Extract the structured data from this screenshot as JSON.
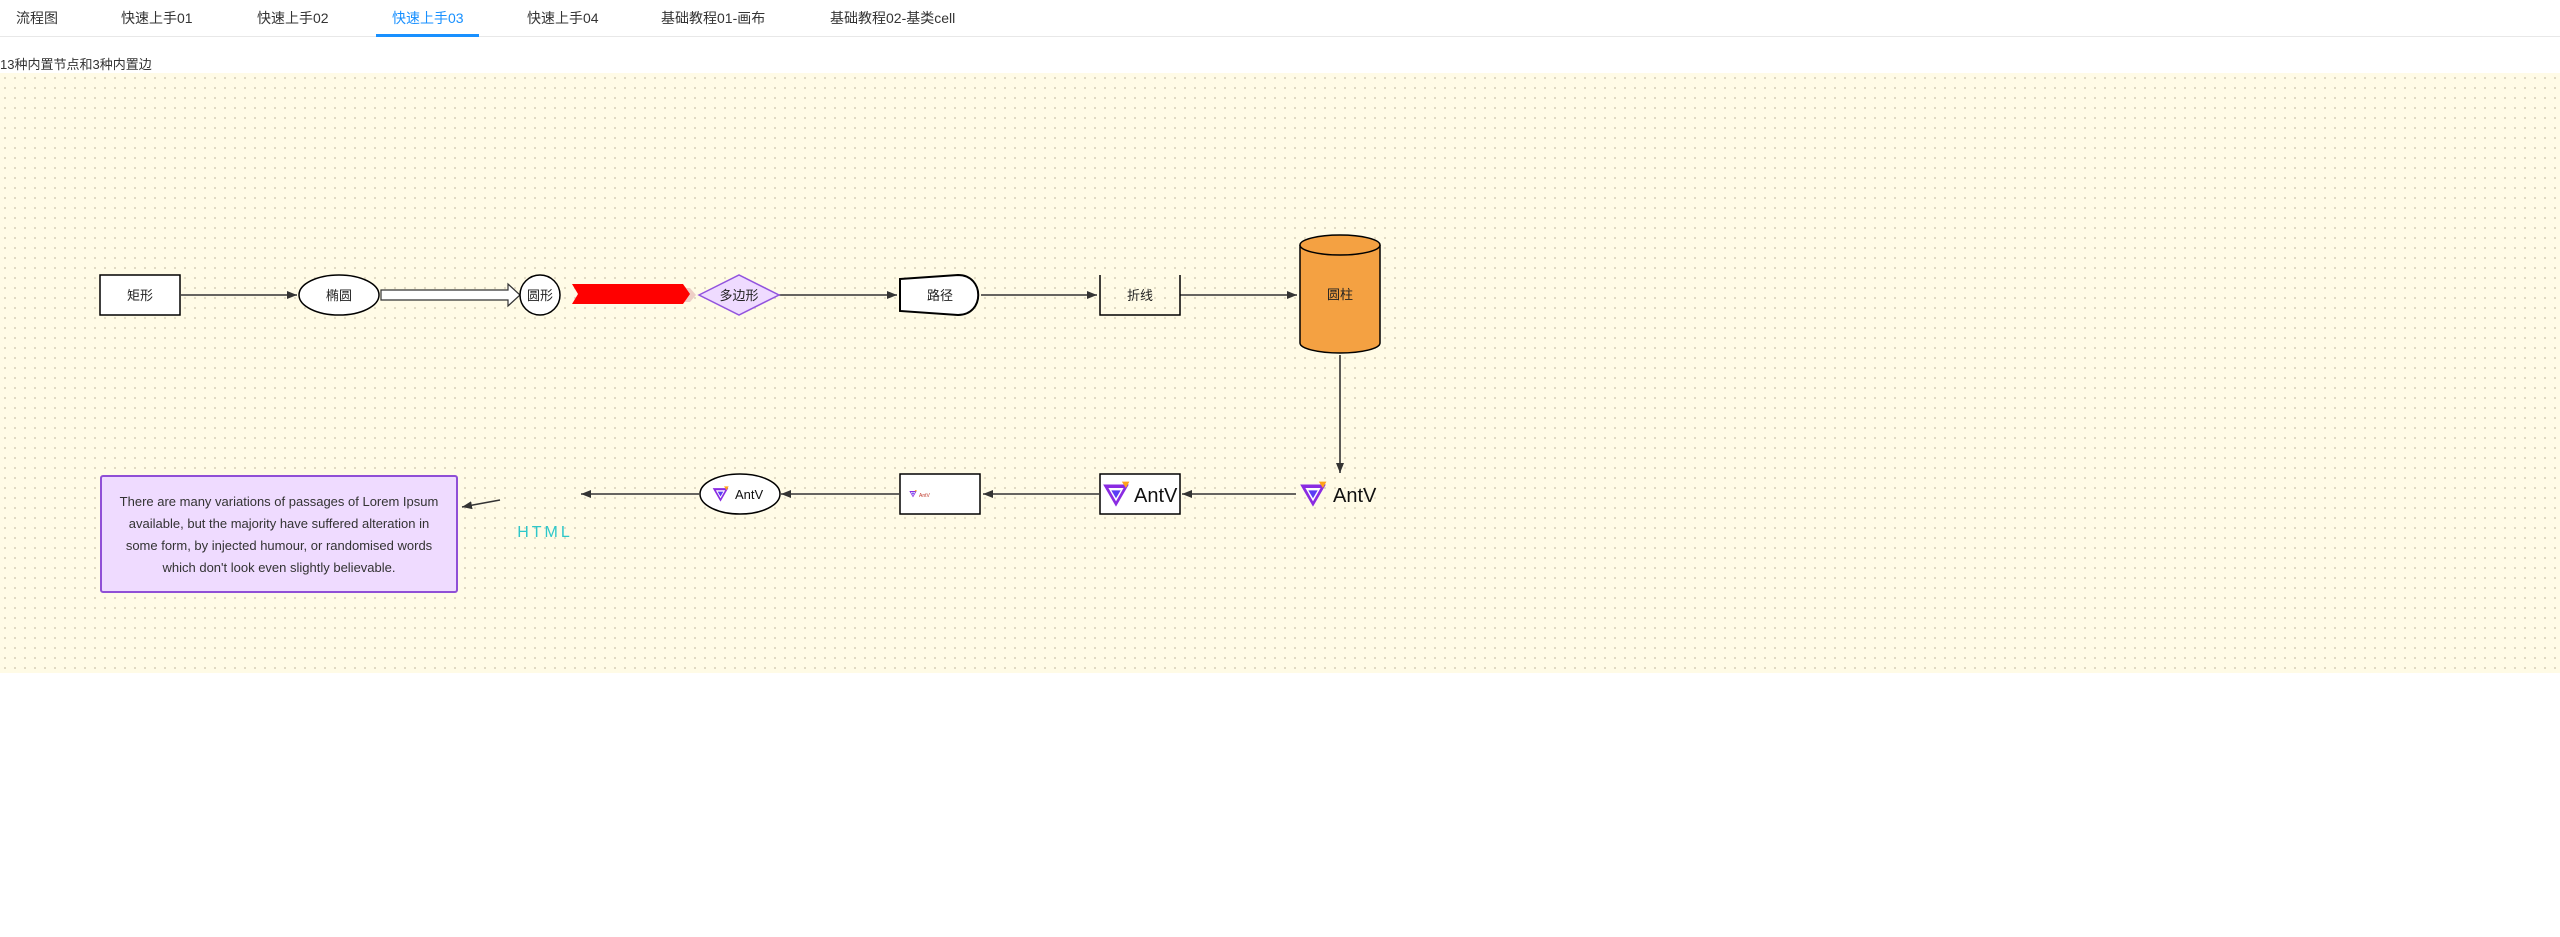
{
  "tabs": [
    {
      "label": "流程图",
      "active": false
    },
    {
      "label": "快速上手01",
      "active": false
    },
    {
      "label": "快速上手02",
      "active": false
    },
    {
      "label": "快速上手03",
      "active": true
    },
    {
      "label": "快速上手04",
      "active": false
    },
    {
      "label": "基础教程01-画布",
      "active": false
    },
    {
      "label": "基础教程02-基类cell",
      "active": false
    }
  ],
  "caption": "13种内置节点和3种内置边",
  "colors": {
    "accent": "#1890ff",
    "canvas_bg": "#fffbe6",
    "cylinder_fill": "#f4a142",
    "polygon_fill": "#efdbff",
    "polygon_stroke": "#9254de",
    "arrow_fill": "#ff0000",
    "html_text": "#2ec7c9",
    "html_node_bg": "#efdbff",
    "html_node_border": "#8f4fd6"
  },
  "nodes": {
    "rect": "矩形",
    "ellipse": "椭圆",
    "circle": "圆形",
    "polygon": "多边形",
    "path": "路径",
    "polyline": "折线",
    "cylinder": "圆柱",
    "image_label": "AntV",
    "image_bordered_label": "AntV",
    "image_small_label": "AntV",
    "image_circle_label": "AntV",
    "html_text": "HTML",
    "text_block": "There are many variations of passages of Lorem Ipsum available, but the majority have suffered alteration in some form, by injected humour, or randomised words which don't look even slightly believable."
  },
  "icons": [
    "antv-logo-icon"
  ]
}
